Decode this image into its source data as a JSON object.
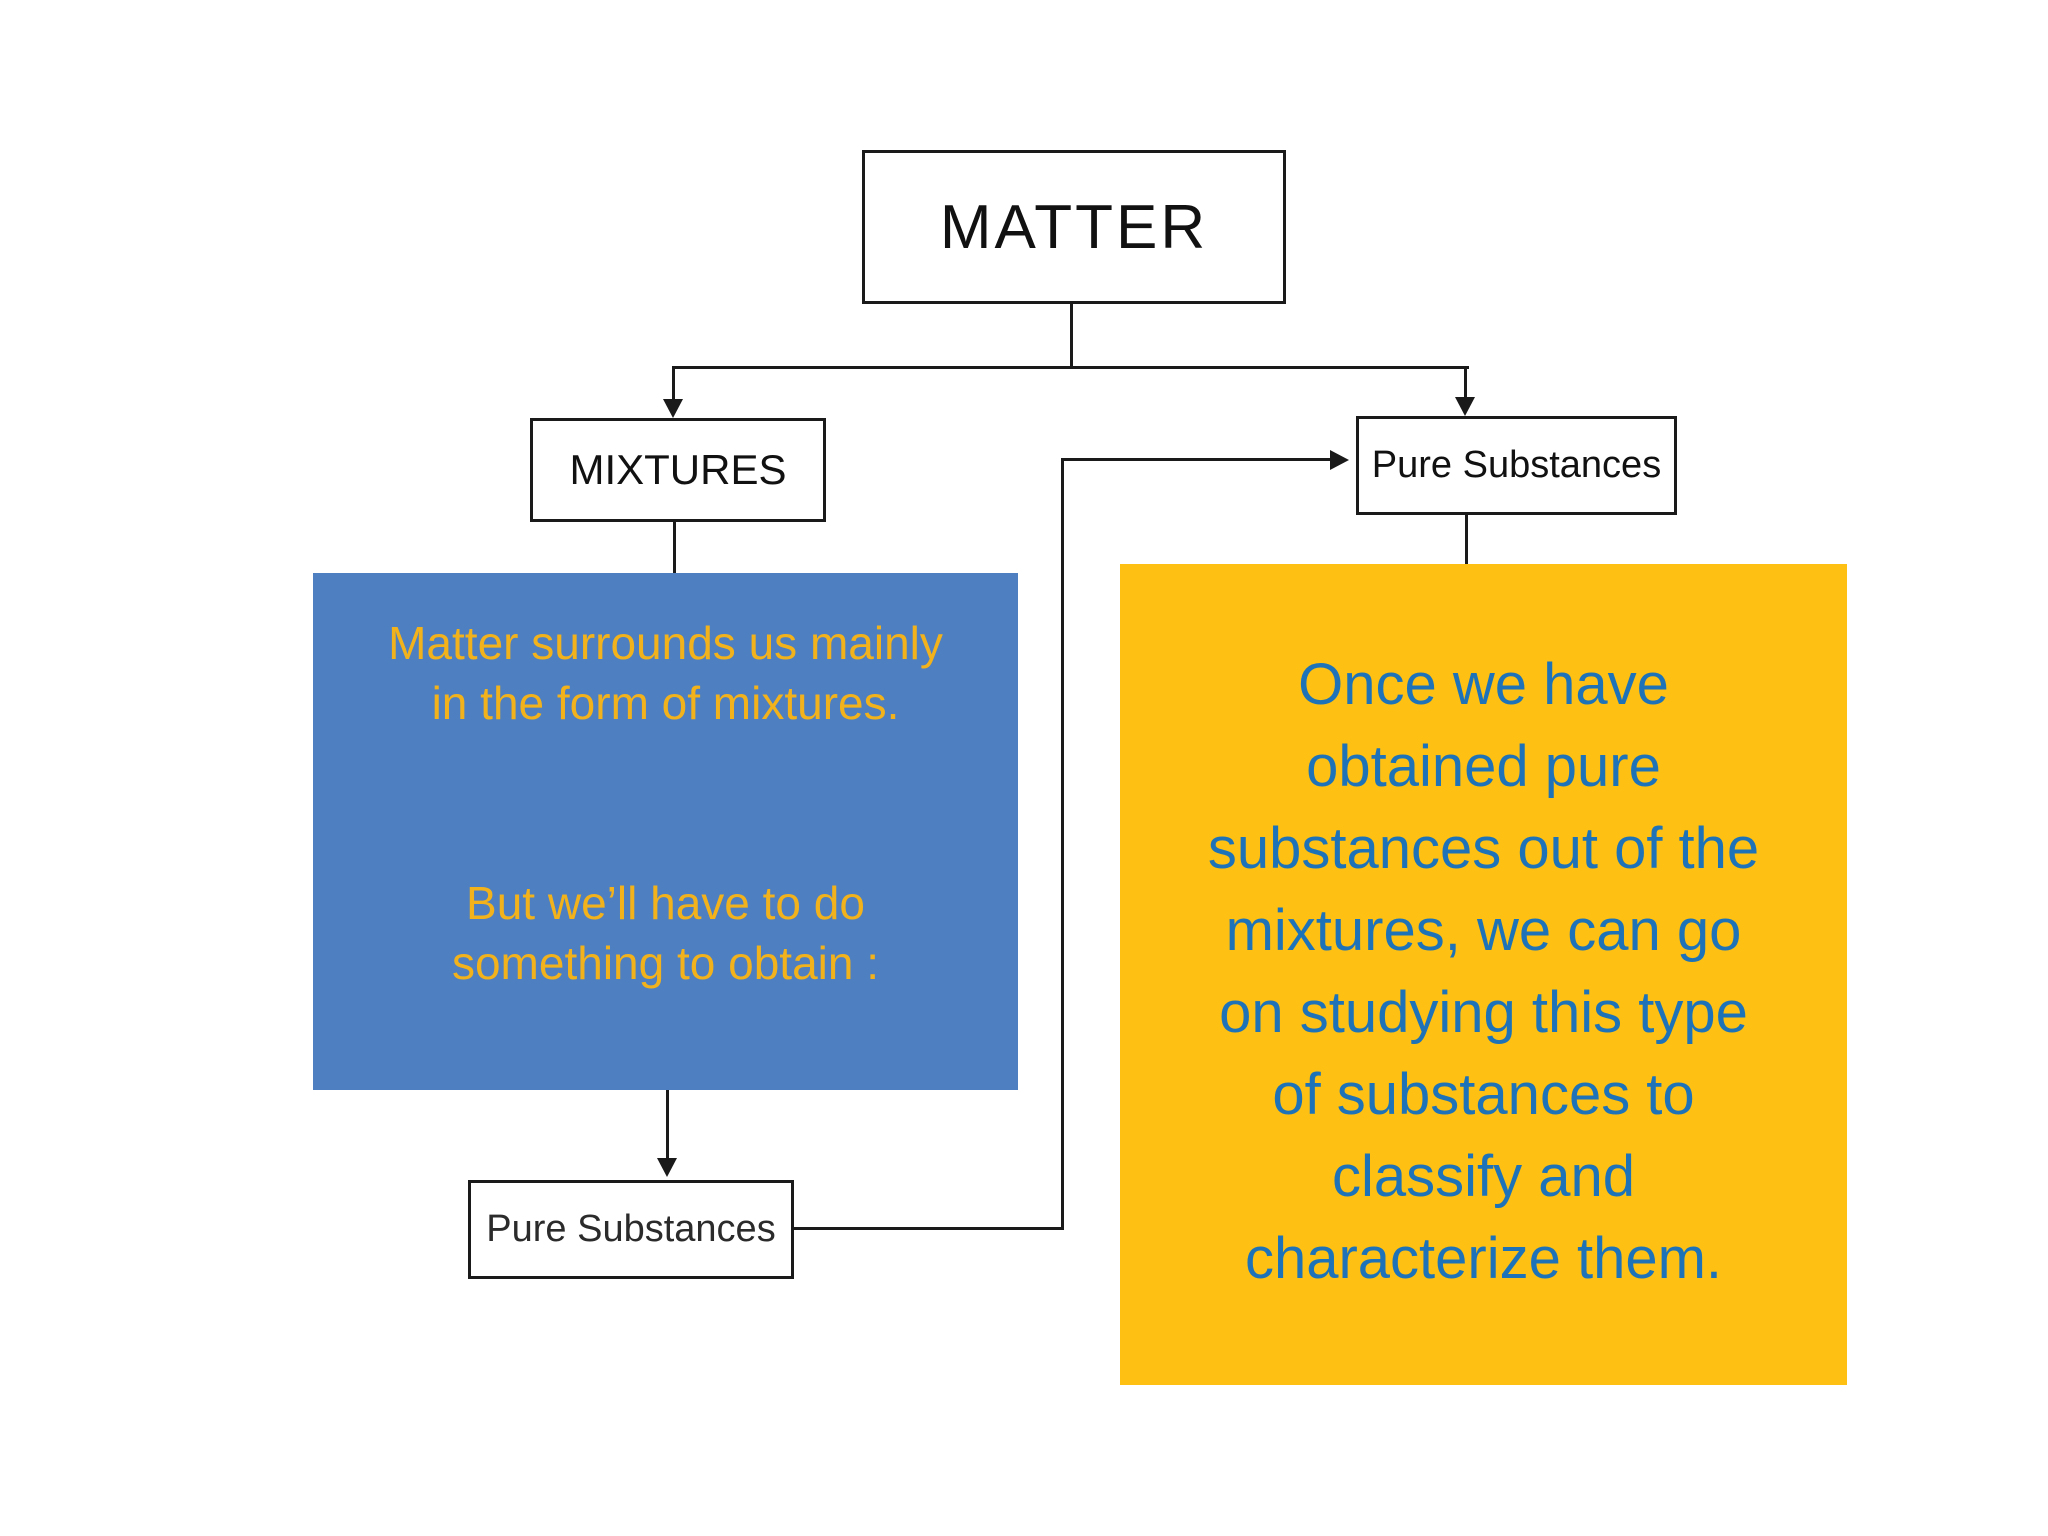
{
  "nodes": {
    "matter": "MATTER",
    "mixtures": "MIXTURES",
    "pure_right": "Pure Substances",
    "pure_bottom": "Pure Substances"
  },
  "blue_note": {
    "p1_lines": [
      "Matter surrounds us mainly",
      "in the form of mixtures."
    ],
    "p2_lines": [
      "But we’ll have to do",
      "something to obtain :"
    ]
  },
  "yellow_note": {
    "lines": [
      "Once we have",
      "obtained pure",
      "substances out of the",
      "mixtures, we can go",
      "on studying this type",
      "of substances to",
      "classify and",
      "characterize them."
    ]
  },
  "colors": {
    "blue_box": "#4d7fc1",
    "yellow_box": "#fdc013",
    "gold_text": "#f2b21c",
    "blue_text": "#1e73b8",
    "connector": "#1a1a1a"
  }
}
